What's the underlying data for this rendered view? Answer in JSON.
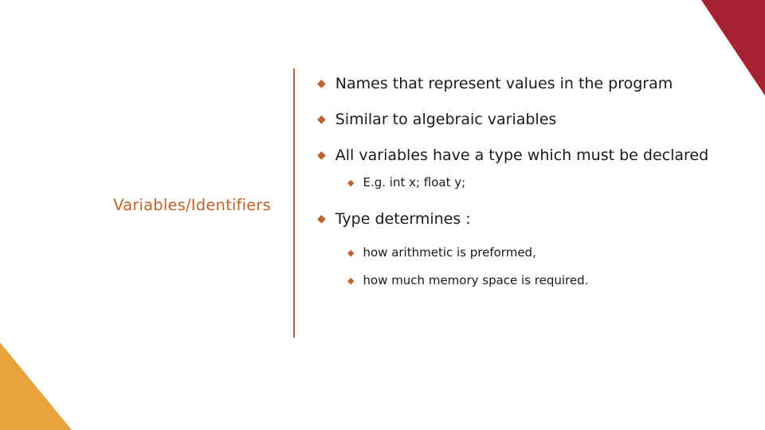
{
  "slide": {
    "title": "Variables/Identifiers",
    "accent_color": "#c0622a",
    "corner_red": "#a52232",
    "corner_gold": "#e8a33d",
    "bullet_glyph": "◆",
    "bullets": [
      {
        "level": 1,
        "text": "Names that represent values in the program"
      },
      {
        "level": 1,
        "text": "Similar to algebraic variables"
      },
      {
        "level": 1,
        "text": "All variables have a type which must be declared"
      },
      {
        "level": 2,
        "text": "E.g. int x;  float y;"
      },
      {
        "level": 1,
        "text": "Type determines :"
      },
      {
        "level": 2,
        "text": "how arithmetic is preformed,"
      },
      {
        "level": 2,
        "text": "how much memory space is required."
      }
    ]
  }
}
